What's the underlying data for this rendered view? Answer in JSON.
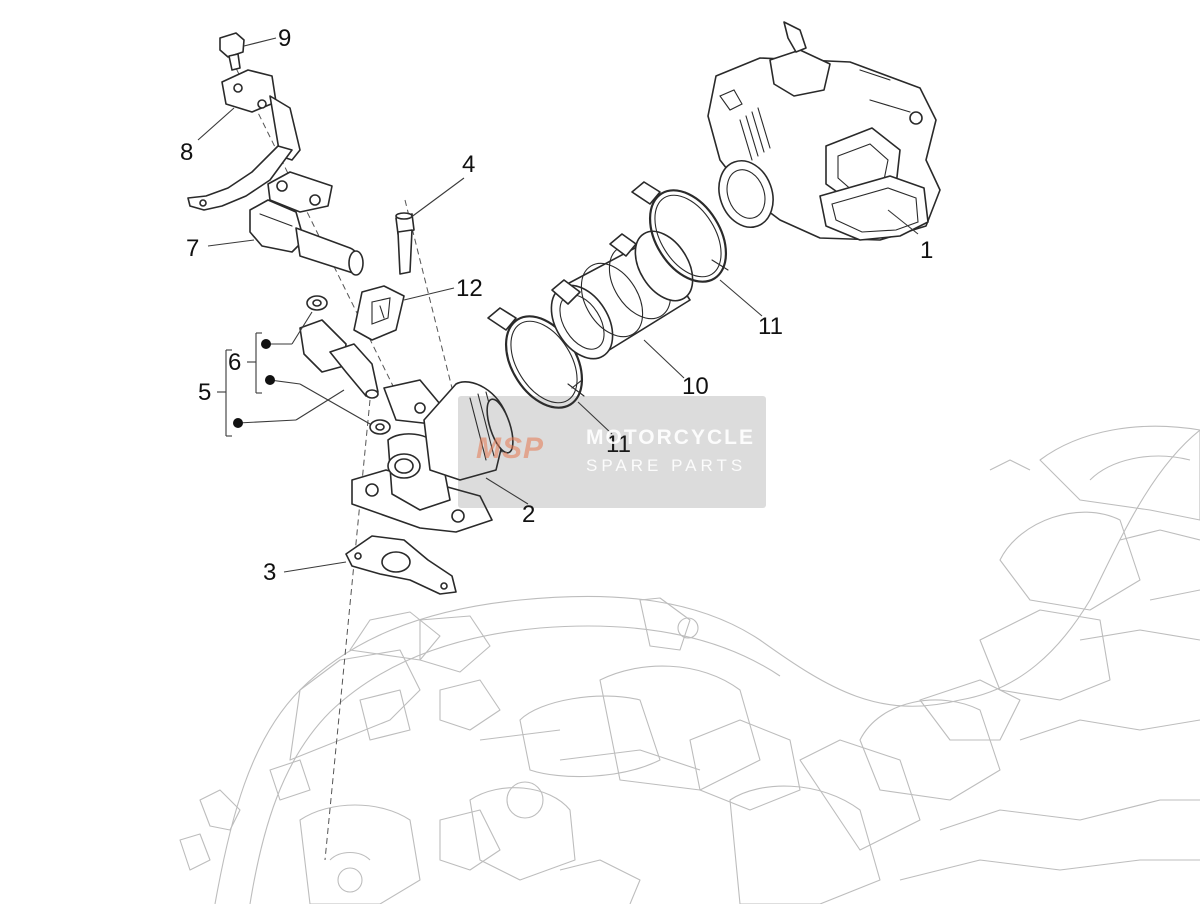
{
  "diagram": {
    "callouts": [
      "1",
      "2",
      "3",
      "4",
      "5",
      "6",
      "7",
      "8",
      "9",
      "10",
      "11",
      "11",
      "12"
    ]
  },
  "watermark": {
    "logo": "MSP",
    "title": "MOTORCYCLE",
    "subtitle": "SPARE PARTS",
    "logo_color": "#e8794f"
  }
}
